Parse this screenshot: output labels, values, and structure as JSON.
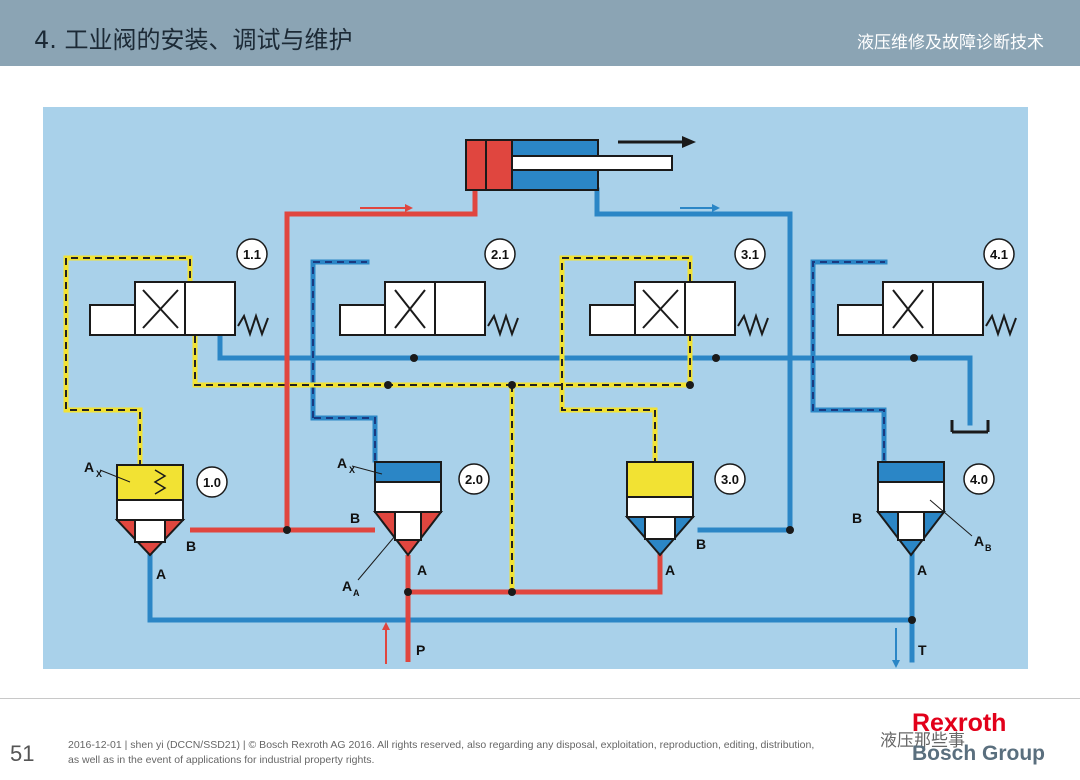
{
  "header": {
    "title": "4. 工业阀的安装、调试与维护",
    "topic": "液压维修及故障诊断技术"
  },
  "diagram": {
    "pilot_valves": [
      "1.1",
      "2.1",
      "3.1",
      "4.1"
    ],
    "cartridge_valves": [
      "1.0",
      "2.0",
      "3.0",
      "4.0"
    ],
    "labels": {
      "ax": "A",
      "ax_sub": "X",
      "b": "B",
      "a": "A",
      "aa": "A",
      "aa_sub": "A",
      "ab": "A",
      "ab_sub": "B",
      "p": "P",
      "t": "T"
    },
    "colors": {
      "background": "#a9d1ea",
      "pressure": "#e0463f",
      "return": "#2b86c6",
      "pilot": "#f2e233",
      "valve_body": "#ffffff"
    }
  },
  "footer": {
    "page_number": "51",
    "line1": "2016-12-01 | shen yi (DCCN/SSD21) | © Bosch Rexroth AG 2016. All rights reserved, also regarding any disposal, exploitation, reproduction, editing, distribution,",
    "line2": "as well as in the event of applications for industrial property rights.",
    "brand": "Rexroth",
    "brand_sub": "Bosch Group",
    "watermark": "液压那些事"
  }
}
